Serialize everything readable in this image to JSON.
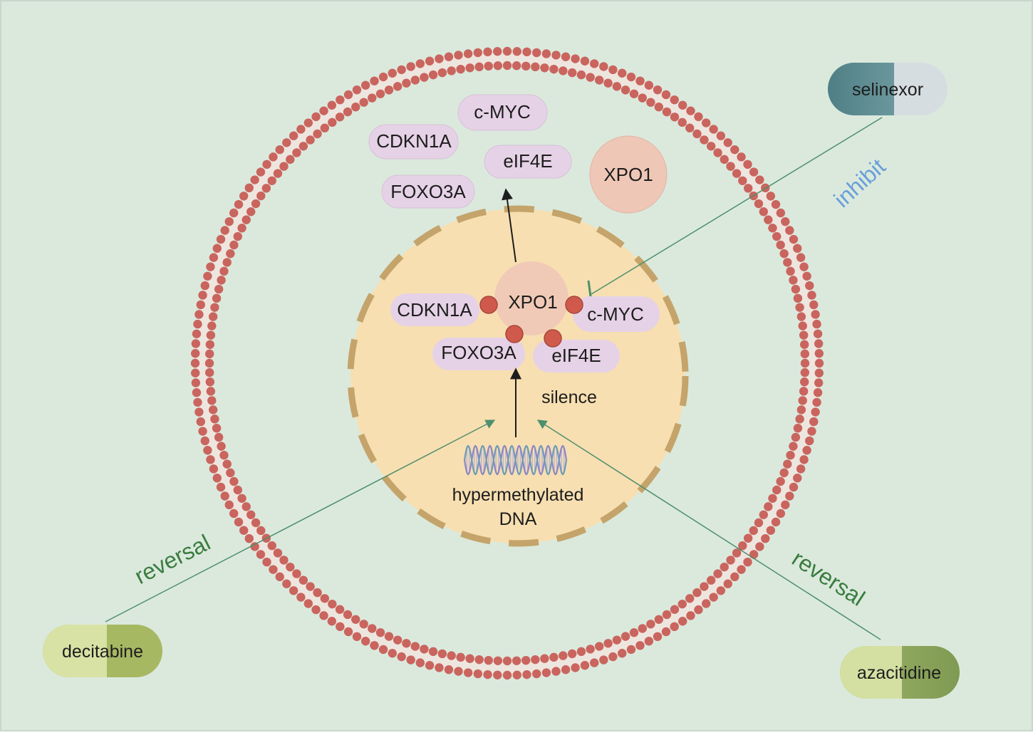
{
  "colors": {
    "background": "#dbe9dd",
    "membrane_bead": "#c9655e",
    "membrane_inner": "#ede6df",
    "nucleus_fill": "#f7dfb1",
    "nucleus_border": "#c4a46a",
    "protein_pill": "#e6d2e6",
    "xpo1": "#efc7b7",
    "binding_dot": "#cf5a4c",
    "inhibit_text": "#6aa0d8",
    "reversal_text": "#3a7d3f",
    "drug_line": "#4e8f6d"
  },
  "cytoplasm": {
    "proteins": [
      "c-MYC",
      "CDKN1A",
      "eIF4E",
      "FOXO3A"
    ],
    "exporter": "XPO1"
  },
  "nucleus": {
    "exporter": "XPO1",
    "bound_proteins": [
      "CDKN1A",
      "c-MYC",
      "FOXO3A",
      "eIF4E"
    ],
    "silence_label": "silence",
    "dna_label_line1": "hypermethylated",
    "dna_label_line2": "DNA"
  },
  "drugs": {
    "selinexor": "selinexor",
    "decitabine": "decitabine",
    "azacitidine": "azacitidine"
  },
  "actions": {
    "inhibit": "inhibit",
    "reversal_left": "reversal",
    "reversal_right": "reversal"
  }
}
